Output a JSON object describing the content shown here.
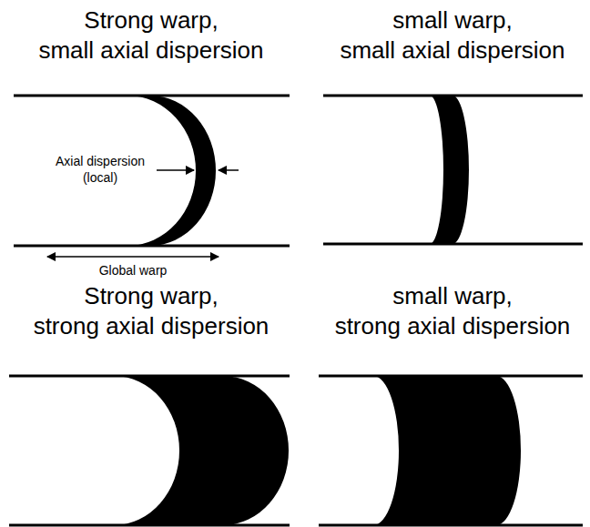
{
  "diagram": {
    "labels": [
      "Strong warp, small axial dispersion",
      "Axial dispersion (local)",
      "Global warp",
      "small warp, small axial dispersion",
      "Strong warp, strong axial dispersion",
      "small warp, strong axial dispersion"
    ]
  }
}
